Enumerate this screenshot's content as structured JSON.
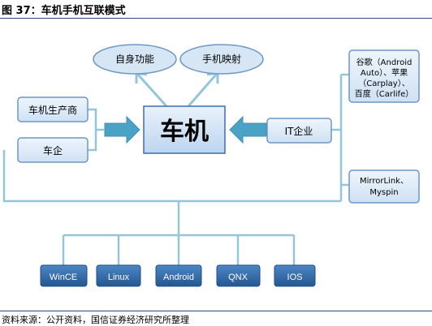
{
  "figure": {
    "title": "图 37：车机手机互联模式",
    "source": "资料来源：公开资料，国信证券经济研究所整理"
  },
  "nodes": {
    "self_function": "自身功能",
    "phone_mirror": "手机映射",
    "car_machine": "车机",
    "car_maker": "车机生产商",
    "car_company": "车企",
    "it_company": "IT企业",
    "it_examples_1": [
      "谷歌（Android",
      "Auto）、苹果",
      "（Carplay）、",
      "百度（Carlife）"
    ],
    "it_examples_2": [
      "MirrorLink、",
      "Myspin"
    ]
  },
  "os_list": [
    "WinCE",
    "Linux",
    "Android",
    "QNX",
    "IOS"
  ],
  "colors": {
    "box_fill": "#d6e6f5",
    "box_stroke": "#6f97c4",
    "connector": "#93c6d8",
    "os_fill": "#2f68ab",
    "arrow_fill": "#4aa3c7"
  }
}
